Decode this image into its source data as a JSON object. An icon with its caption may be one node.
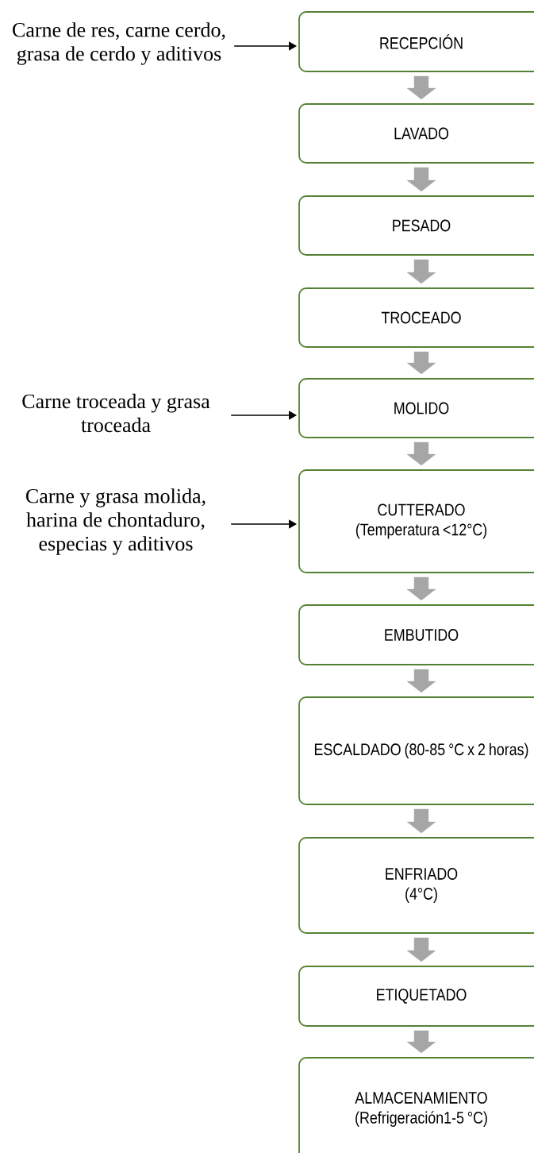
{
  "diagram": {
    "nodes": [
      {
        "text": [
          "Carne de res, carne cerdo, grasa de cerdo y aditivos"
        ]
      },
      {
        "text": [
          "RECEPCIÓN"
        ]
      },
      {
        "text": [
          "LAVADO"
        ]
      },
      {
        "text": [
          "PESADO"
        ]
      },
      {
        "text": [
          "TROCEADO"
        ]
      },
      {
        "text": [
          "Carne troceada y grasa troceada"
        ]
      },
      {
        "text": [
          "MOLIDO"
        ]
      },
      {
        "text": [
          "Carne y grasa molida, harina de chontaduro, especias y aditivos"
        ]
      },
      {
        "text": [
          "CUTTERADO",
          "(Temperatura <12°C)"
        ]
      },
      {
        "text": [
          "EMBUTIDO"
        ]
      },
      {
        "text": [
          "ESCALDADO  (80-85 °C x 2 horas)"
        ]
      },
      {
        "text": [
          "ENFRIADO",
          "(4°C)"
        ]
      },
      {
        "text": [
          "ETIQUETADO"
        ]
      },
      {
        "text": [
          "ALMACENAMIENTO",
          "(Refrigeración1-5 °C)"
        ]
      }
    ],
    "edges": [
      {
        "from": 0,
        "to": 1,
        "arrow": "to",
        "color": "#000000"
      },
      {
        "from": 1,
        "to": 2,
        "arrow": "to",
        "style": "thick"
      },
      {
        "from": 2,
        "to": 3,
        "arrow": "to",
        "style": "thick"
      },
      {
        "from": 3,
        "to": 4,
        "arrow": "to",
        "style": "thick"
      },
      {
        "from": 4,
        "to": 6,
        "arrow": "to",
        "style": "thick"
      },
      {
        "from": 5,
        "to": 6,
        "arrow": "to",
        "color": "#000000"
      },
      {
        "from": 6,
        "to": 8,
        "arrow": "to",
        "style": "thick"
      },
      {
        "from": 7,
        "to": 8,
        "arrow": "to",
        "color": "#000000"
      },
      {
        "from": 8,
        "to": 9,
        "arrow": "to",
        "style": "thick"
      },
      {
        "from": 9,
        "to": 10,
        "arrow": "to",
        "style": "thick"
      },
      {
        "from": 10,
        "to": 11,
        "arrow": "to",
        "style": "thick"
      },
      {
        "from": 11,
        "to": 12,
        "arrow": "to",
        "style": "thick"
      },
      {
        "from": 12,
        "to": 13,
        "arrow": "to",
        "style": "thick"
      }
    ]
  }
}
